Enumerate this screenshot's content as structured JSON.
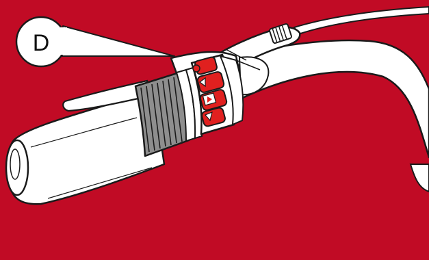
{
  "callout": {
    "letter": "D"
  },
  "colors": {
    "background": "#c10b25",
    "outline": "#1a1a1a",
    "grip": "#8e8e8e",
    "shifter_buttons": "#e0201f",
    "white": "#ffffff"
  },
  "icons": {
    "shifter-button-top": "triangle-left",
    "shifter-button-middle": "square-with-triangle",
    "shifter-button-bottom": "triangle-down"
  }
}
